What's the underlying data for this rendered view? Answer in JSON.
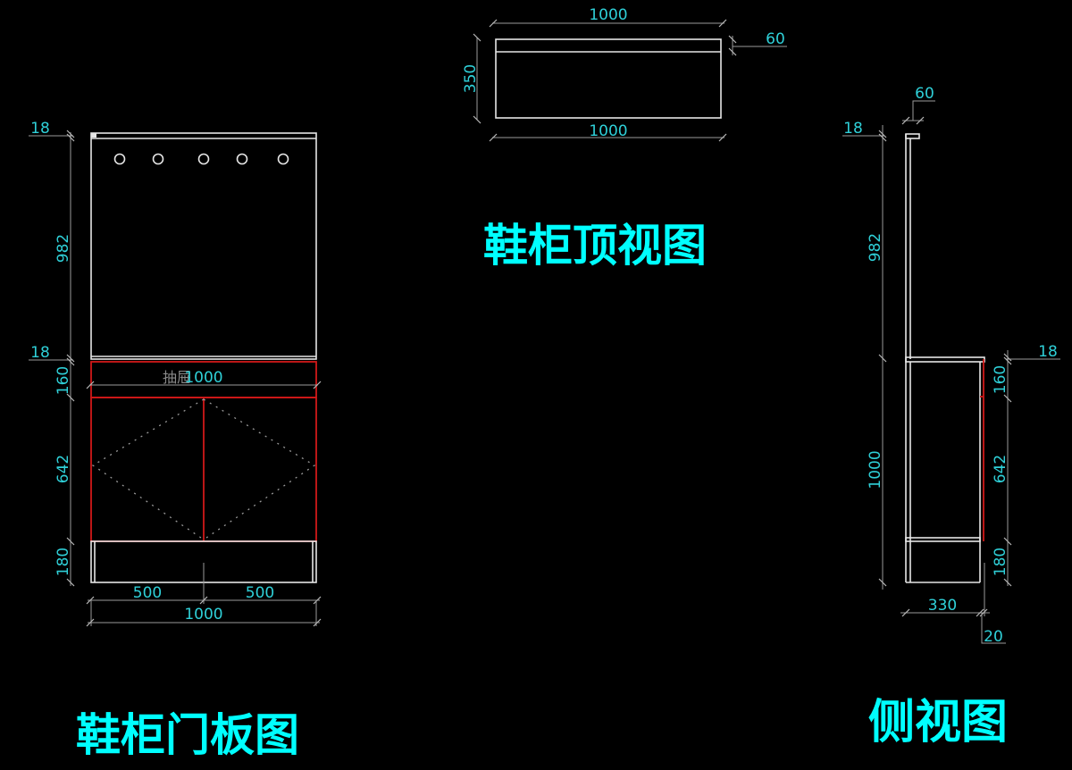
{
  "drawing": {
    "background": "#000000",
    "colors": {
      "dimension_text": "#2fd0d8",
      "outline": "#e6e6e6",
      "door_panel": "#d01818",
      "dimension_line": "#9a9a9a",
      "title": "#00ffff"
    }
  },
  "top_view": {
    "title": "鞋柜顶视图",
    "dims": {
      "width_top": "1000",
      "width_bottom": "1000",
      "depth": "350",
      "lip": "60"
    }
  },
  "front_view": {
    "title": "鞋柜门板图",
    "hook_count": 5,
    "drawer_label": "抽屉",
    "dims": {
      "top_board": "18",
      "upper_height": "982",
      "shelf_board": "18",
      "drawer_height": "160",
      "door_height": "642",
      "plinth_height": "180",
      "drawer_width": "1000",
      "left_door_width": "500",
      "right_door_width": "500",
      "total_width": "1000"
    }
  },
  "side_view": {
    "title": "侧视图",
    "dims": {
      "top_lip": "60",
      "top_board": "18",
      "upper_height": "982",
      "lower_height": "1000",
      "counter_board": "18",
      "drawer_height": "160",
      "door_height": "642",
      "plinth_height": "180",
      "depth": "330",
      "door_thickness": "20"
    }
  }
}
